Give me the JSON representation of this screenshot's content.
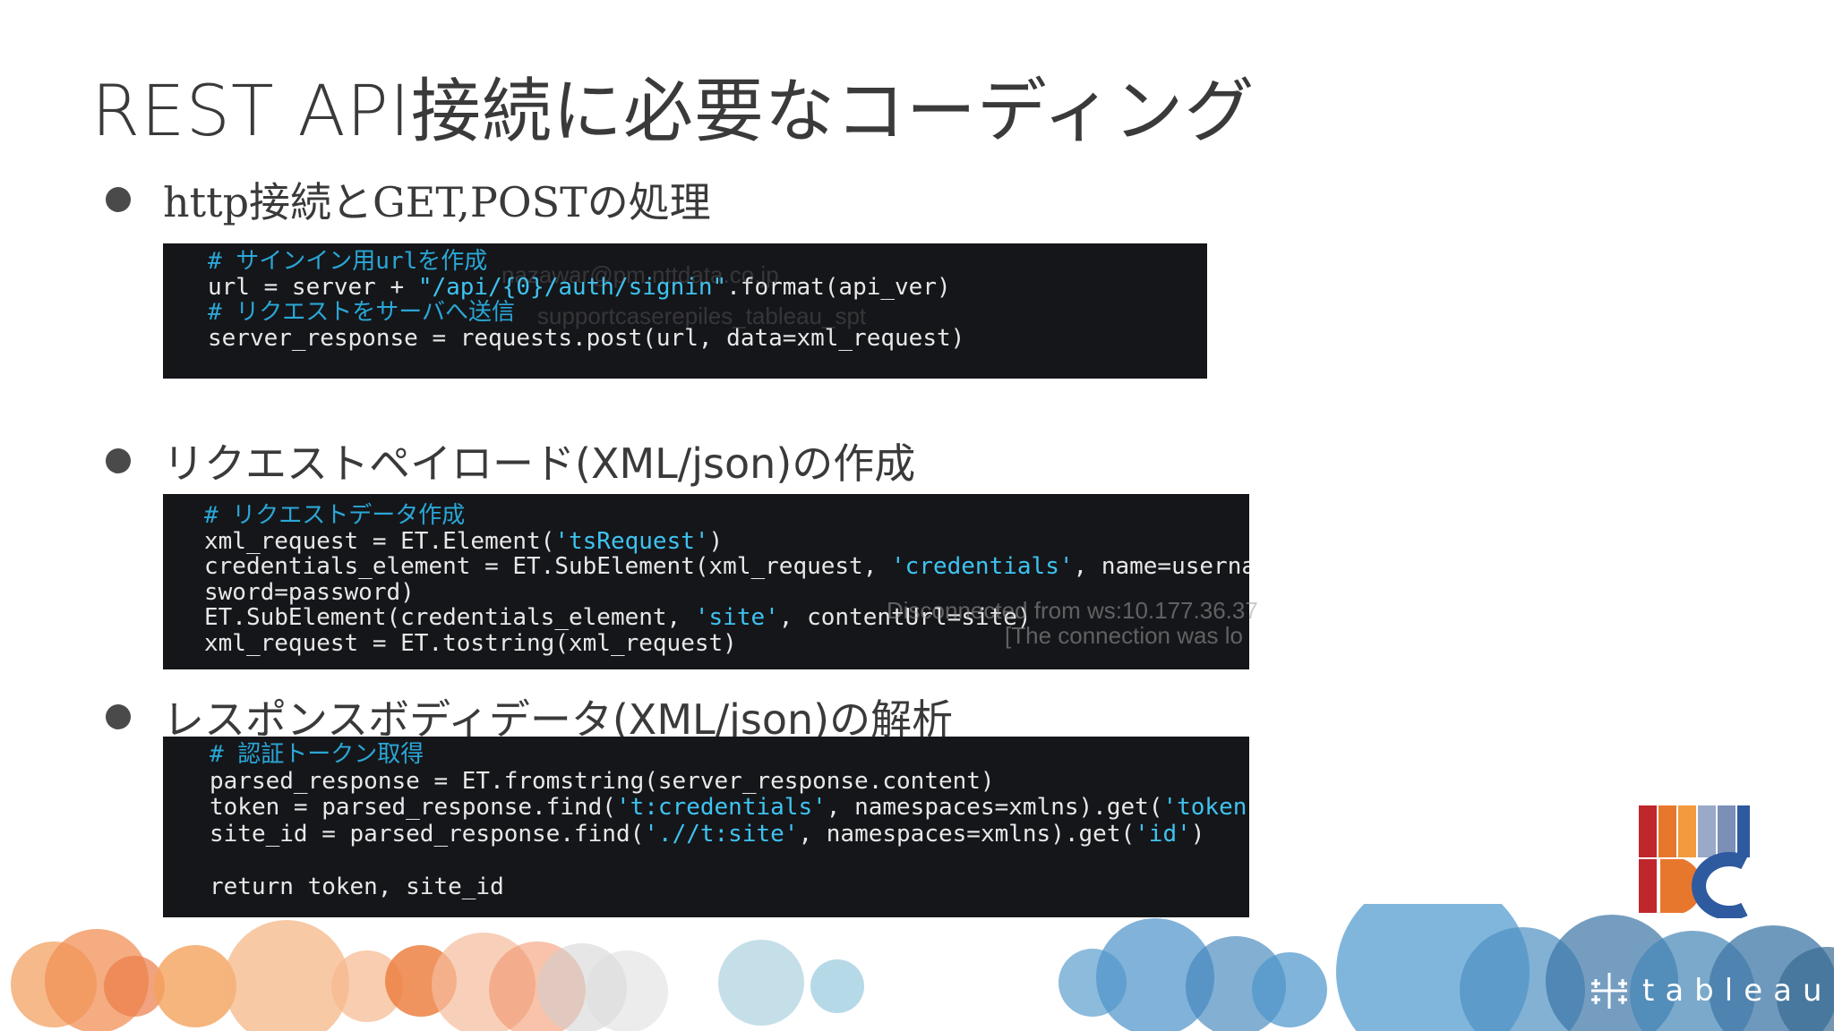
{
  "slide": {
    "title": "REST API接続に必要なコーディング",
    "bullets": [
      "http接続とGET,POSTの処理",
      "リクエストペイロード(XML/json)の作成",
      "レスポンスボディデータ(XML/json)の解析"
    ]
  },
  "code_blocks": [
    {
      "lines": [
        {
          "parts": [
            {
              "t": "# サインイン用urlを作成",
              "c": "cmt"
            }
          ]
        },
        {
          "parts": [
            {
              "t": "url = server + ",
              "c": ""
            },
            {
              "t": "\"/api/{0}/auth/signin\"",
              "c": "str"
            },
            {
              "t": ".format(api_ver)",
              "c": ""
            }
          ]
        },
        {
          "parts": [
            {
              "t": "# リクエストをサーバへ送信",
              "c": "cmt"
            }
          ]
        },
        {
          "parts": [
            {
              "t": "server_response = requests.post(url, data=xml_request)",
              "c": ""
            }
          ]
        }
      ]
    },
    {
      "lines": [
        {
          "parts": [
            {
              "t": "# リクエストデータ作成",
              "c": "cmt"
            }
          ]
        },
        {
          "parts": [
            {
              "t": "xml_request = ET.Element(",
              "c": ""
            },
            {
              "t": "'tsRequest'",
              "c": "str"
            },
            {
              "t": ")",
              "c": ""
            }
          ]
        },
        {
          "parts": [
            {
              "t": "credentials_element = ET.SubElement(xml_request, ",
              "c": ""
            },
            {
              "t": "'credentials'",
              "c": "str"
            },
            {
              "t": ", name=username, pas",
              "c": ""
            }
          ]
        },
        {
          "parts": [
            {
              "t": "sword=password)",
              "c": ""
            }
          ]
        },
        {
          "parts": [
            {
              "t": "ET.SubElement(credentials_element, ",
              "c": ""
            },
            {
              "t": "'site'",
              "c": "str"
            },
            {
              "t": ", contentUrl=site)",
              "c": ""
            }
          ]
        },
        {
          "parts": [
            {
              "t": "xml_request = ET.tostring(xml_request)",
              "c": ""
            }
          ]
        }
      ]
    },
    {
      "lines": [
        {
          "parts": [
            {
              "t": "# 認証トークン取得",
              "c": "cmt"
            }
          ]
        },
        {
          "parts": [
            {
              "t": "parsed_response = ET.fromstring(server_response.content)",
              "c": ""
            }
          ]
        },
        {
          "parts": [
            {
              "t": "token = parsed_response.find(",
              "c": ""
            },
            {
              "t": "'t:credentials'",
              "c": "str"
            },
            {
              "t": ", namespaces=xmlns).get(",
              "c": ""
            },
            {
              "t": "'token'",
              "c": "str"
            },
            {
              "t": ")",
              "c": ""
            }
          ]
        },
        {
          "parts": [
            {
              "t": "site_id = parsed_response.find(",
              "c": ""
            },
            {
              "t": "'.//t:site'",
              "c": "str"
            },
            {
              "t": ", namespaces=xmlns).get(",
              "c": ""
            },
            {
              "t": "'id'",
              "c": "str"
            },
            {
              "t": ")",
              "c": ""
            }
          ]
        },
        {
          "parts": [
            {
              "t": "",
              "c": ""
            }
          ]
        },
        {
          "parts": [
            {
              "t": "return token, site_id",
              "c": ""
            }
          ]
        }
      ]
    }
  ],
  "overlays": {
    "ghost_email": "nazawar@pm.nttdata.co.jp",
    "ghost_feed": "supportcaserepiles_tableau_spt",
    "ghost_disconnect": "Disconnected from ws:10.177.36.37",
    "ghost_connection": "[The connection was lo"
  },
  "brand": {
    "logo_text": "IDC",
    "tableau_word": "tableau",
    "colors": {
      "title": "#3a3a3a",
      "code_bg": "#15161a",
      "comment": "#2aa7d6",
      "orange": "#f08a3c",
      "blue": "#2e7fc1"
    }
  }
}
